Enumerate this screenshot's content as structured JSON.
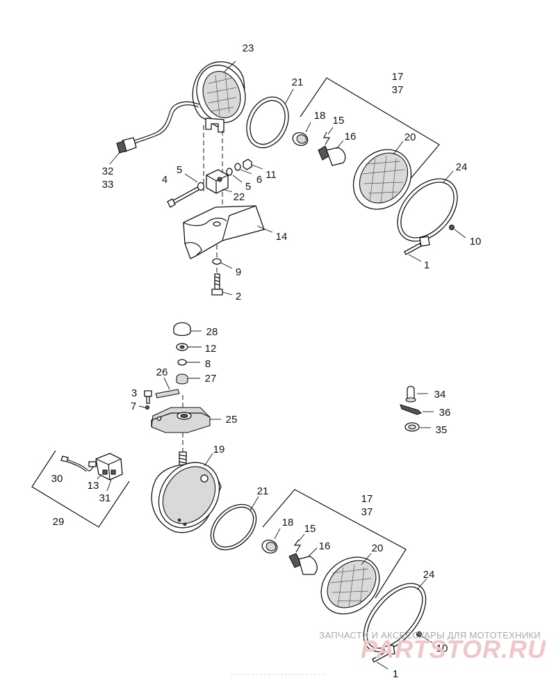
{
  "diagram": {
    "callouts": {
      "c23": "23",
      "c21a": "21",
      "c17a": "17",
      "c37a": "37",
      "c18a": "18",
      "c15a": "15",
      "c16a": "16",
      "c20a": "20",
      "c24a": "24",
      "c32": "32",
      "c33": "33",
      "c5a": "5",
      "c4": "4",
      "c22": "22",
      "c5b": "5",
      "c6": "6",
      "c11": "11",
      "c14": "14",
      "c10a": "10",
      "c1a": "1",
      "c9": "9",
      "c2": "2",
      "c28": "28",
      "c12": "12",
      "c8": "8",
      "c26": "26",
      "c27": "27",
      "c3": "3",
      "c7": "7",
      "c25": "25",
      "c34": "34",
      "c36": "36",
      "c35": "35",
      "c19": "19",
      "c30": "30",
      "c13": "13",
      "c31": "31",
      "c29": "29",
      "c21b": "21",
      "c17b": "17",
      "c37b": "37",
      "c18b": "18",
      "c15b": "15",
      "c16b": "16",
      "c20b": "20",
      "c24b": "24",
      "c10b": "10",
      "c1b": "1"
    }
  },
  "watermark": {
    "tagline": "ЗАПЧАСТИ И АКСЕССУАРЫ ДЛЯ МОТОТЕХНИКИ",
    "logo": "PARTSTOR.RU"
  }
}
